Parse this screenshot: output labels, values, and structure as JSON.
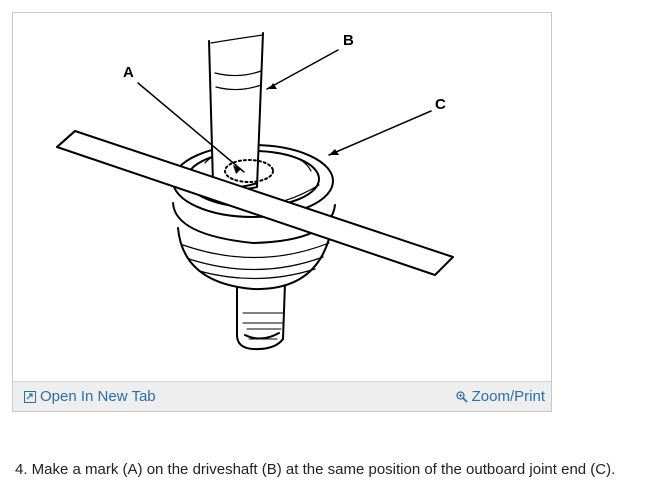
{
  "figure": {
    "callouts": {
      "a": "A",
      "b": "B",
      "c": "C"
    }
  },
  "toolbar": {
    "open_new_tab_label": "Open In New Tab",
    "open_new_tab_icon": "external-link-icon",
    "zoom_print_label": "Zoom/Print",
    "zoom_print_icon": "magnifier-icon",
    "link_color": "#2a6fb0"
  },
  "instruction": {
    "text": "4. Make a mark (A) on the driveshaft (B) at the same position of the outboard joint end (C)."
  }
}
